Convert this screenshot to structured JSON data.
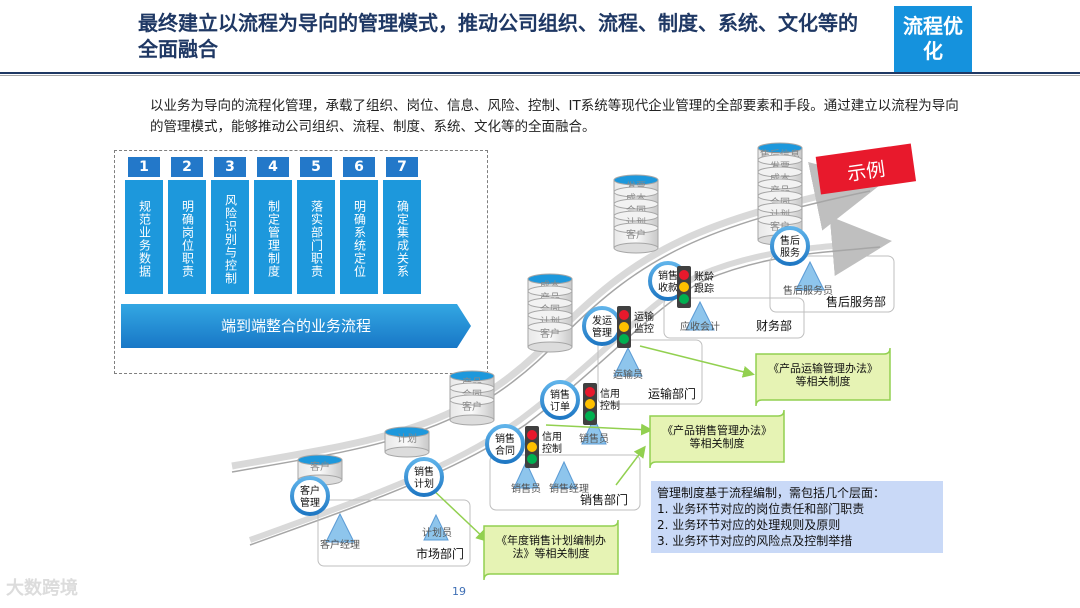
{
  "title": "最终建立以流程为导向的管理模式，推动公司组织、流程、制度、系统、文化等的全面融合",
  "badge": "流程优化",
  "intro": "以业务为导向的流程化管理，承载了组织、岗位、信息、风险、控制、IT系统等现代企业管理的全部要素和手段。通过建立以流程为导向的管理模式，能够推动公司组织、流程、制度、系统、文化等的全面融合。",
  "steps": [
    {
      "num": "1",
      "label": "规范业务数据"
    },
    {
      "num": "2",
      "label": "明确岗位职责"
    },
    {
      "num": "3",
      "label": "风险识别与控制"
    },
    {
      "num": "4",
      "label": "制定管理制度"
    },
    {
      "num": "5",
      "label": "落实部门职责"
    },
    {
      "num": "6",
      "label": "明确系统定位"
    },
    {
      "num": "7",
      "label": "确定集成关系"
    }
  ],
  "flow_label": "端到端整合的业务流程",
  "example_tag": "示例",
  "process_nodes": [
    {
      "label": "客户\n管理"
    },
    {
      "label": "销售\n计划"
    },
    {
      "label": "销售\n合同"
    },
    {
      "label": "销售\n订单"
    },
    {
      "label": "发运\n管理"
    },
    {
      "label": "销售\n收款"
    },
    {
      "label": "售后\n服务"
    }
  ],
  "controls": [
    "信用\n控制",
    "信用\n控制",
    "运输\n监控",
    "账龄\n跟踪"
  ],
  "roles": [
    "客户经理",
    "计划员",
    "销售员",
    "销售经理",
    "销售员",
    "运输员",
    "应收会计",
    "售后服务员"
  ],
  "departments": [
    "市场部门",
    "销售部门",
    "运输部门",
    "财务部",
    "售后服务部"
  ],
  "data_stores": [
    {
      "items": [
        "客户"
      ]
    },
    {
      "items": [
        "计划"
      ]
    },
    {
      "items": [
        "产品",
        "合同",
        "客户"
      ]
    },
    {
      "items": [
        "成本",
        "产品",
        "合同",
        "计划",
        "客户"
      ]
    },
    {
      "items": [
        "发票",
        "成本",
        "合同",
        "计划",
        "客户"
      ]
    },
    {
      "items": [
        "售后信息",
        "发票",
        "成本",
        "产品",
        "合同",
        "计划",
        "客户"
      ]
    }
  ],
  "regulations": [
    "《产品运输管理办法》等相关制度",
    "《产品销售管理办法》等相关制度",
    "《年度销售计划编制办法》等相关制度"
  ],
  "note": {
    "heading": "管理制度基于流程编制，需包括几个层面：",
    "items": [
      "1.  业务环节对应的岗位责任和部门职责",
      "2.  业务环节对应的处理规则及原则",
      "3.  业务环节对应的风险点及控制举措"
    ]
  },
  "page_number": "19",
  "watermark": "大数跨境",
  "colors": {
    "title": "#1f3864",
    "badge": "#1592dd",
    "step": "#1d98dc",
    "example": "#e8192c",
    "node": "#2d8bd6",
    "note_bg": "#c9d9f7",
    "regulation_bg": "#e6f3b4"
  }
}
